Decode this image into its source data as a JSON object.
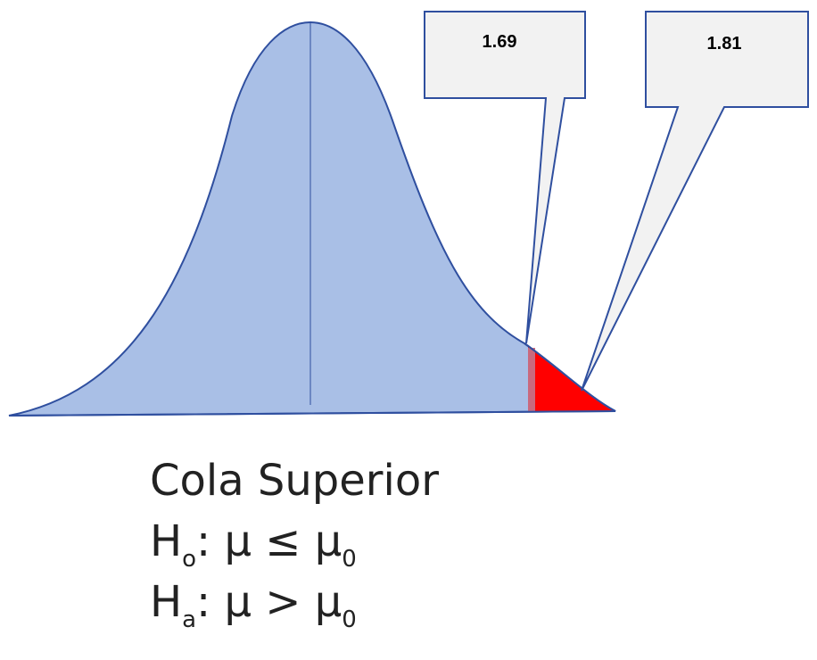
{
  "diagram": {
    "colors": {
      "curve_fill": "#a9bfe6",
      "curve_stroke": "#2f4f9f",
      "rejection_fill": "#ff0000",
      "rejection_edge": "#c9697e",
      "callout_fill": "#f2f2f2",
      "callout_stroke": "#2f4f9f"
    },
    "callouts": [
      {
        "label": "1.69"
      },
      {
        "label": "1.81"
      }
    ]
  },
  "hypothesis": {
    "title": "Cola Superior",
    "null": {
      "symbol": "H",
      "sub": "o",
      "relation": ": μ ≤ μ",
      "param_sub": "0"
    },
    "alternative": {
      "symbol": "H",
      "sub": "a",
      "relation": ": μ > μ",
      "param_sub": "0"
    }
  }
}
